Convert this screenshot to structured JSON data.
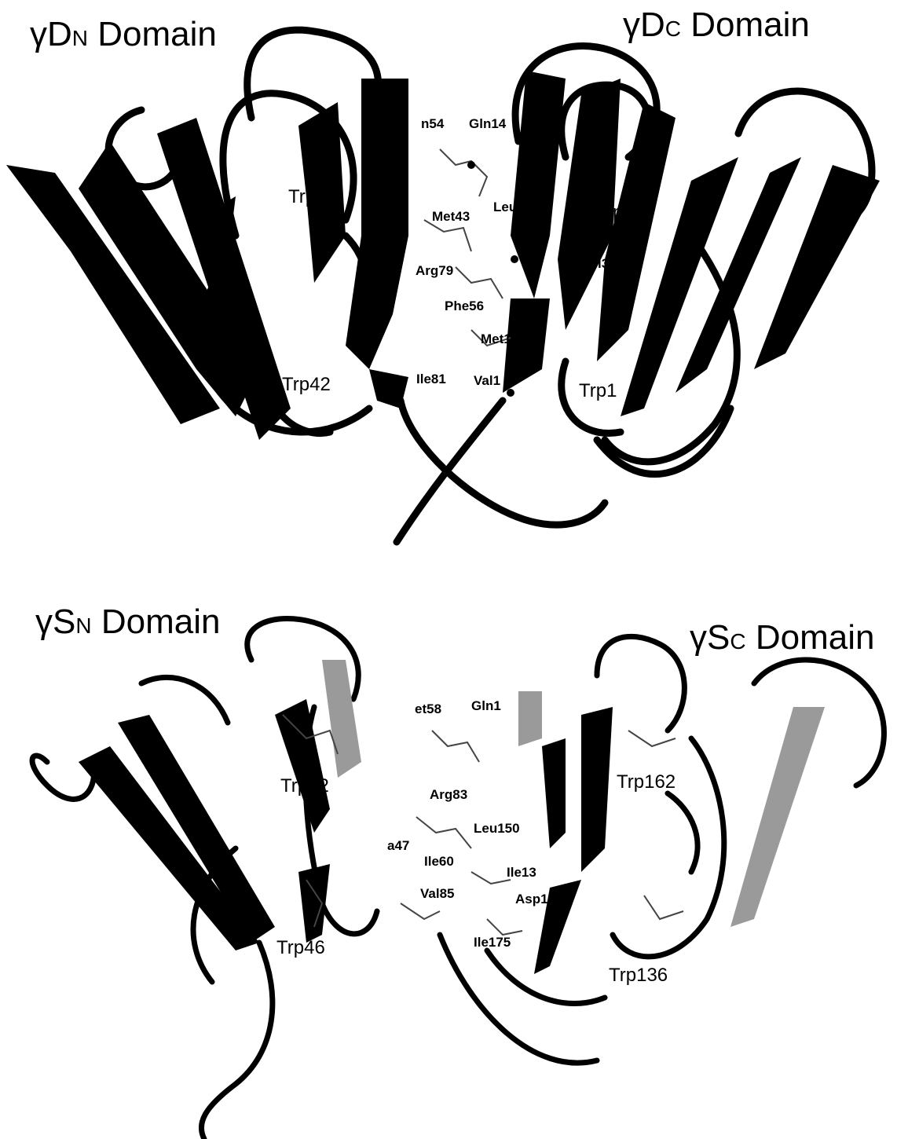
{
  "top_panel": {
    "left_title": {
      "main": "γD",
      "sub": "N",
      "suffix": " Domain"
    },
    "right_title": {
      "main": "γD",
      "sub": "C",
      "suffix": " Domain"
    },
    "residues": [
      "n54",
      "Gln14",
      "Met43",
      "Leu145",
      "Arg79",
      "Phe56",
      "Met147",
      "Ile81",
      "Val1",
      "l32"
    ],
    "tryptophans": [
      "Trp6",
      "Trp42",
      "rp15",
      "Trp1"
    ]
  },
  "bottom_panel": {
    "left_title": {
      "main": "γS",
      "sub": "N",
      "suffix": " Domain"
    },
    "right_title": {
      "main": "γS",
      "sub": "C",
      "suffix": " Domain"
    },
    "residues": [
      "et58",
      "Gln1",
      "Arg83",
      "Leu150",
      "a47",
      "Ile60",
      "Ile13",
      "Val85",
      "Asp15",
      "Ile175"
    ],
    "tryptophans": [
      "Trp72",
      "Trp46",
      "Trp162",
      "Trp136"
    ]
  },
  "colors": {
    "ribbon": "#000000",
    "highlight": "#9a9a9a",
    "background": "#ffffff"
  }
}
